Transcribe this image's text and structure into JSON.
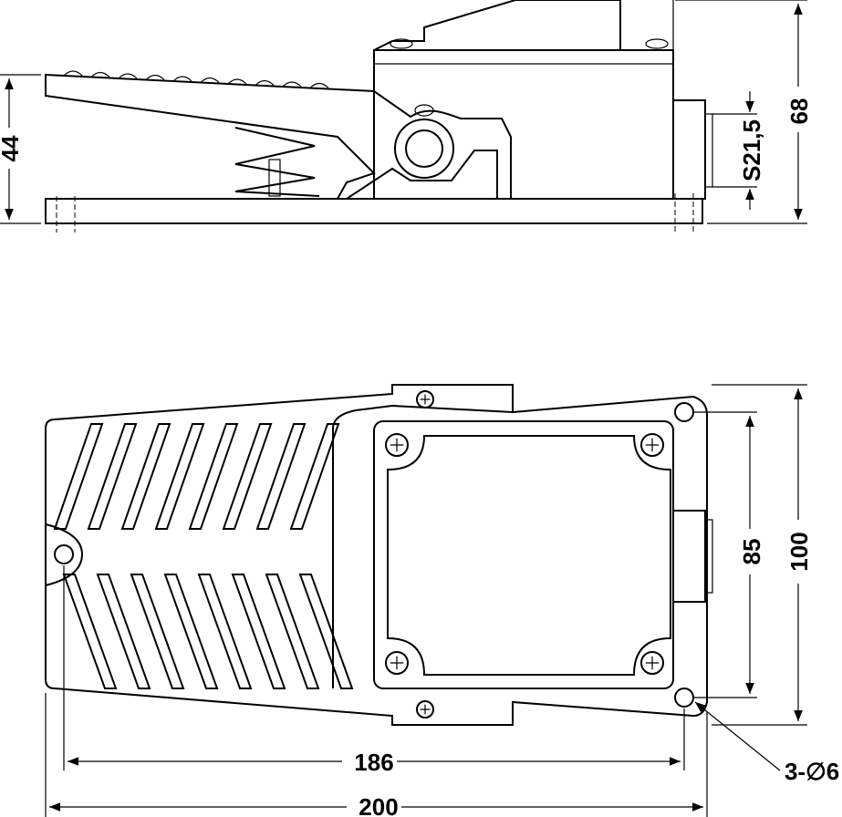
{
  "dimensions": {
    "side_height_pedal": "44",
    "side_height_total": "68",
    "thread": "S21,5",
    "mount_hole_spacing_vertical": "85",
    "width_total": "100",
    "mount_hole_spacing_horizontal": "186",
    "length_total": "200",
    "holes": "3-∅6"
  }
}
